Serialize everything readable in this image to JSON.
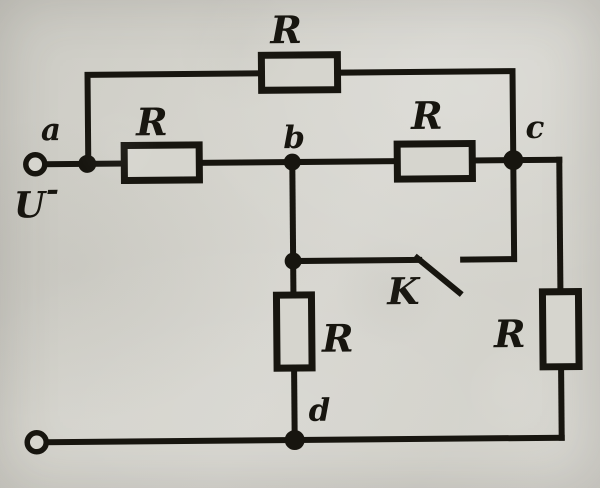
{
  "figure": {
    "kind": "hand-drawn electrical circuit photograph",
    "paper_color": "#d3d2cb",
    "ink_color": "#17150f"
  },
  "labels": {
    "node_a": "a",
    "node_b": "b",
    "node_c": "c",
    "node_d": "d",
    "source_voltage": "U",
    "source_voltage_mark": "-",
    "switch": "K",
    "resistor_top": "R",
    "resistor_ab": "R",
    "resistor_bc": "R",
    "resistor_bd": "R",
    "resistor_cd": "R"
  },
  "components": {
    "resistor_count": 5,
    "switch_state": "open",
    "terminal_count": 2
  }
}
